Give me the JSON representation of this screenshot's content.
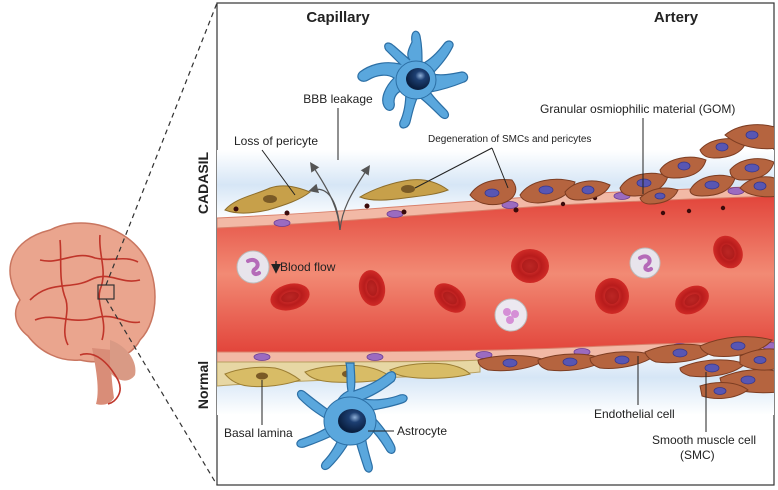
{
  "headers": {
    "capillary": "Capillary",
    "artery": "Artery"
  },
  "side_labels": {
    "cadasil": "CADASIL",
    "normal": "Normal"
  },
  "labels": {
    "bbb_leakage": "BBB leakage",
    "loss_of_pericyte": "Loss of pericyte",
    "degeneration": "Degeneration of SMCs and pericytes",
    "gom": "Granular osmiophilic material (GOM)",
    "blood_flow": "Blood flow",
    "basal_lamina": "Basal lamina",
    "astrocyte": "Astrocyte",
    "endothelial_cell": "Endothelial cell",
    "smc_line1": "Smooth muscle cell",
    "smc_line2": "(SMC)"
  },
  "colors": {
    "vessel": "#e8473c",
    "vessel_core": "#f0806a",
    "rbc": "#c8201f",
    "astrocyte": "#5aa7dd",
    "astrocyte_nucleus": "#0d2d55",
    "smc": "#b5643f",
    "smc_nucleus": "#5856b3",
    "pericyte": "#c8a24b",
    "endothelium": "#f0b6a4",
    "basal_band": "#dce9f7",
    "brain": "#e8a38c"
  },
  "icons": {
    "blood_flow_arrow": "down-arrow-icon"
  }
}
